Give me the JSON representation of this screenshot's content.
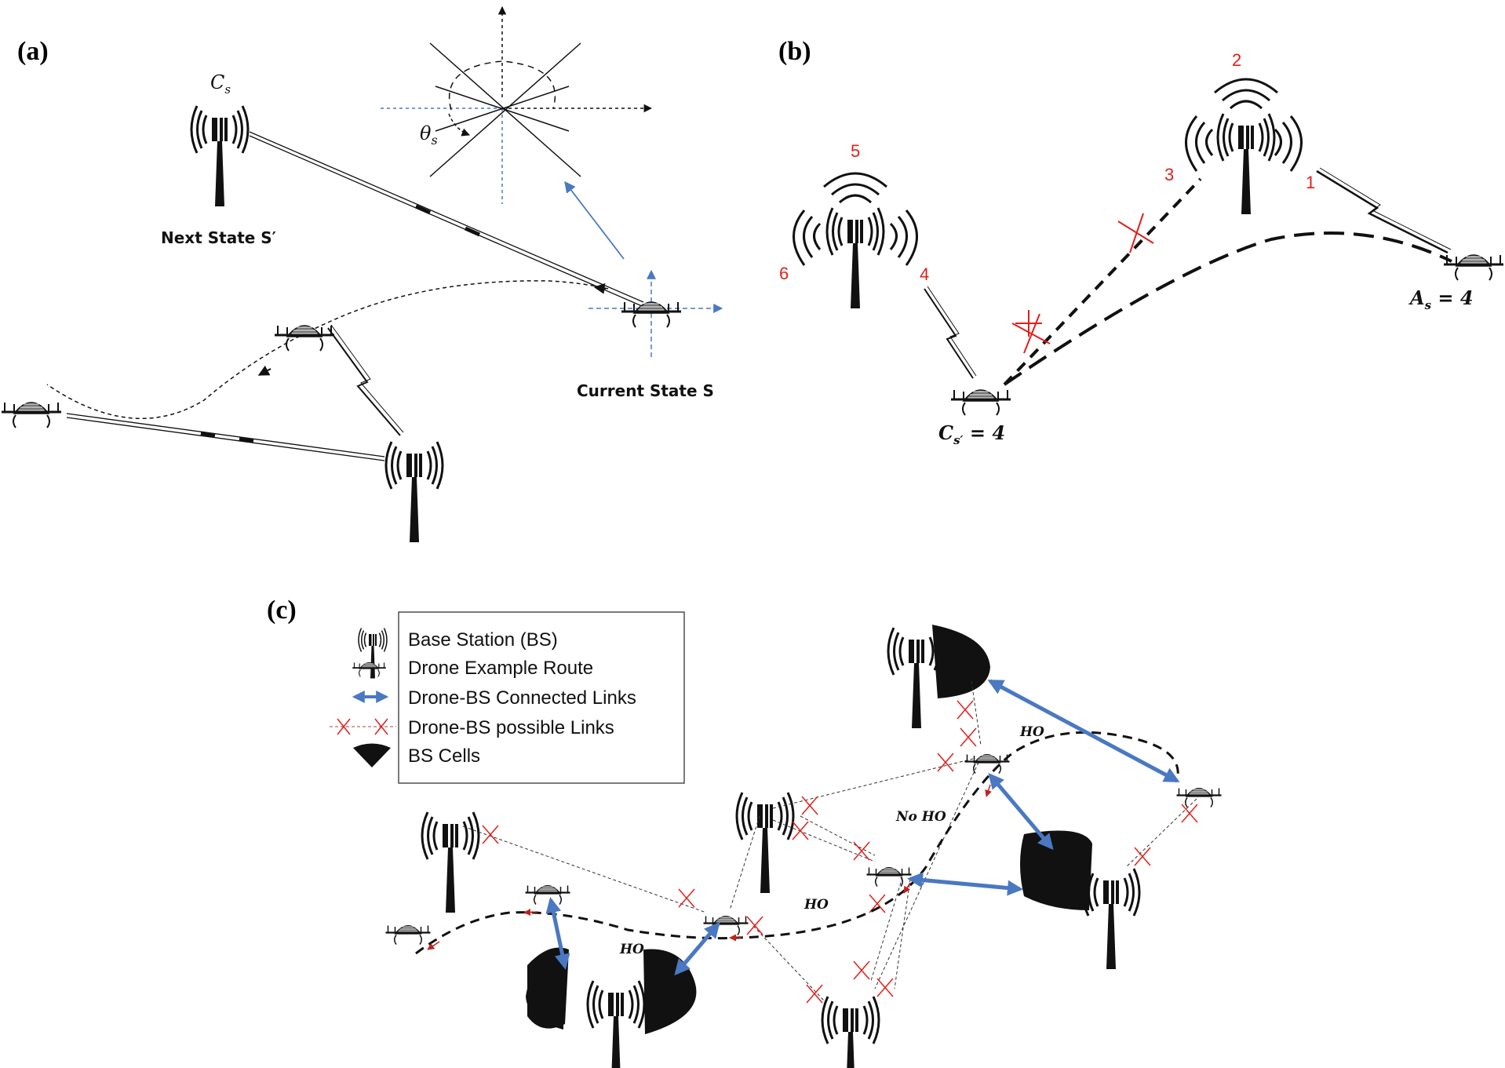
{
  "panels": {
    "a": {
      "label": "(a)",
      "next_state_bs": "C",
      "next_state_bs_sub": "s",
      "next_state_label": "Next State S′",
      "current_state_label": "Current State S",
      "angle_symbol": "θ",
      "angle_sub": "s"
    },
    "b": {
      "label": "(b)",
      "directions": [
        "1",
        "2",
        "3",
        "4",
        "5",
        "6"
      ],
      "action_label": "A",
      "action_sub": "s",
      "action_value": " = 4",
      "cell_label": "C",
      "cell_sub": "s′",
      "cell_value": " = 4"
    },
    "c": {
      "label": "(c)",
      "legend": {
        "items": [
          {
            "icon": "base-station-icon",
            "text": "Base Station (BS)"
          },
          {
            "icon": "drone-icon",
            "text": "Drone Example Route"
          },
          {
            "icon": "double-arrow-icon",
            "text": "Drone-BS Connected Links"
          },
          {
            "icon": "crossed-link-icon",
            "text": "Drone-BS possible Links"
          },
          {
            "icon": "cell-sector-icon",
            "text": "BS Cells"
          }
        ]
      },
      "handover_labels": [
        "HO",
        "No HO",
        "HO",
        "HO"
      ]
    }
  },
  "colors": {
    "link_blue": "#4a78c2",
    "cross_red": "#e0201c",
    "text_red": "#e0201c",
    "ink": "#111111"
  }
}
